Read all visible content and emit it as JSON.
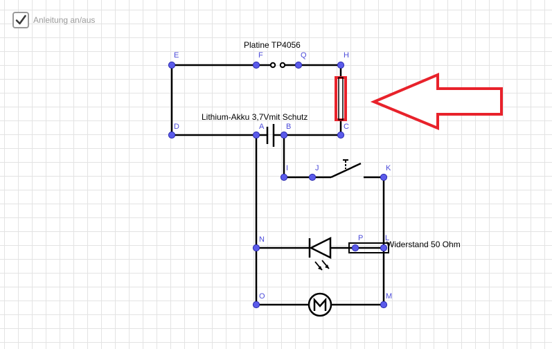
{
  "toggle": {
    "label": "Anleitung an/aus",
    "checked": true
  },
  "points": {
    "E": "E",
    "F": "F",
    "Q": "Q",
    "H": "H",
    "D": "D",
    "A": "A",
    "B": "B",
    "C": "C",
    "I": "I",
    "J": "J",
    "K": "K",
    "N": "N",
    "P": "P",
    "L": "L",
    "O": "O",
    "M": "M"
  },
  "components": {
    "board": "Platine TP4056",
    "battery": "Lithium-Akku 3,7Vmit Schutz",
    "resistor": "Widerstand 50 Ohm"
  },
  "colors": {
    "point_fill": "#5b5bea",
    "label_color": "#4b4bd9",
    "highlight_red": "#e8222b"
  }
}
